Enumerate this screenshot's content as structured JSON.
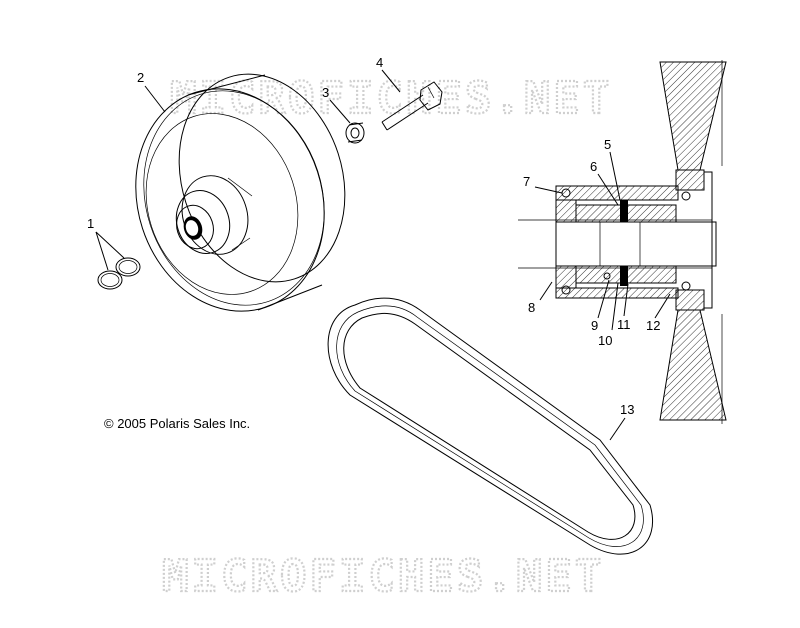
{
  "watermark": {
    "top": "MICROFICHES.NET",
    "bottom": "MICROFICHES.NET"
  },
  "copyright": "© 2005 Polaris Sales Inc.",
  "callouts": [
    {
      "id": "1",
      "text": "1"
    },
    {
      "id": "2",
      "text": "2"
    },
    {
      "id": "3",
      "text": "3"
    },
    {
      "id": "4",
      "text": "4"
    },
    {
      "id": "5",
      "text": "5"
    },
    {
      "id": "6",
      "text": "6"
    },
    {
      "id": "7",
      "text": "7"
    },
    {
      "id": "8",
      "text": "8"
    },
    {
      "id": "9",
      "text": "9"
    },
    {
      "id": "10",
      "text": "10"
    },
    {
      "id": "11",
      "text": "11"
    },
    {
      "id": "12",
      "text": "12"
    },
    {
      "id": "13",
      "text": "13"
    }
  ]
}
